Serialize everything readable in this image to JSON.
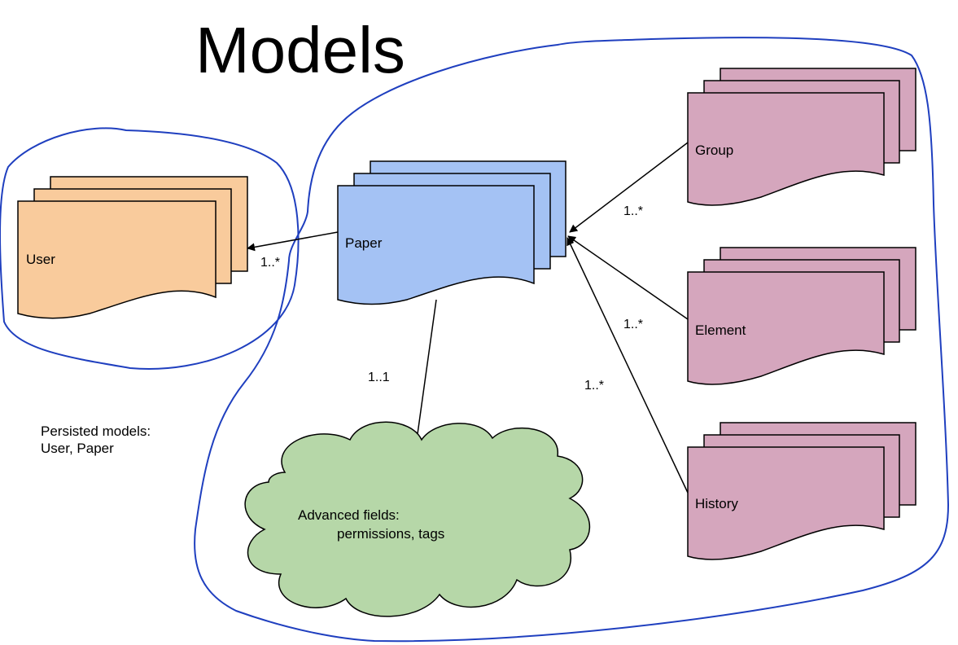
{
  "title": "Models",
  "note": {
    "line1": "Persisted models:",
    "line2": "User, Paper"
  },
  "colors": {
    "user": "#f9cb9c",
    "paper": "#a4c2f4",
    "secondary": "#d5a6bd",
    "cloud": "#b6d7a8",
    "boundary": "#1f3fbf"
  },
  "nodes": {
    "user": "User",
    "paper": "Paper",
    "group": "Group",
    "element": "Element",
    "history": "History",
    "cloud_line1": "Advanced fields:",
    "cloud_line2": "permissions, tags"
  },
  "edges": {
    "paper_user": "1..*",
    "paper_cloud": "1..1",
    "group_paper": "1..*",
    "element_paper": "1..*",
    "history_paper": "1..*"
  }
}
